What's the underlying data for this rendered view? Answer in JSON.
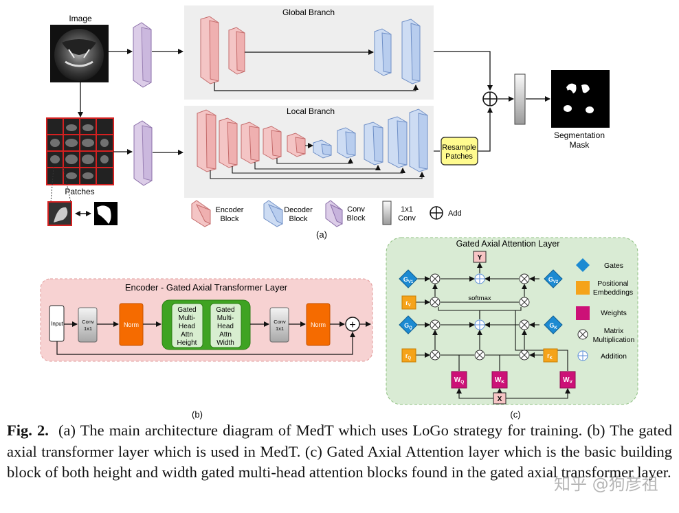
{
  "figure": {
    "panel_a": {
      "image_label": "Image",
      "global_branch_title": "Global Branch",
      "local_branch_title": "Local Branch",
      "patches_label": "Patches",
      "resample_patches": [
        "Resample",
        "Patches"
      ],
      "segmentation_mask": [
        "Segmentation",
        "Mask"
      ],
      "legend": {
        "encoder": [
          "Encoder",
          "Block"
        ],
        "decoder": [
          "Decoder",
          "Block"
        ],
        "conv": [
          "Conv",
          "Block"
        ],
        "conv1x1": [
          "1x1",
          "Conv"
        ],
        "add": "Add"
      },
      "sublabel": "(a)"
    },
    "panel_b": {
      "title": "Encoder - Gated Axial Transformer Layer",
      "input": "Input",
      "conv1x1": [
        "Conv",
        "1x1"
      ],
      "norm": "Norm",
      "height_block": [
        "Gated",
        "Multi-",
        "Head",
        "Attn",
        "Height"
      ],
      "width_block": [
        "Gated",
        "Multi-",
        "Head",
        "Attn",
        "Width"
      ],
      "add_symbol": "+",
      "sublabel": "(b)"
    },
    "panel_c": {
      "title": "Gated Axial Attention Layer",
      "y": "Y",
      "x": "X",
      "softmax": "softmax",
      "gv1": [
        "G",
        "V1"
      ],
      "gv2": [
        "G",
        "V2"
      ],
      "gq": [
        "G",
        "Q"
      ],
      "gk": [
        "G",
        "K"
      ],
      "rv": [
        "r",
        "V"
      ],
      "rq": [
        "r",
        "Q"
      ],
      "rk": [
        "r",
        "K"
      ],
      "wq": [
        "W",
        "Q"
      ],
      "wk": [
        "W",
        "K"
      ],
      "wv": [
        "W",
        "V"
      ],
      "legend": {
        "gates": "Gates",
        "pos_emb": [
          "Positional",
          "Embeddings"
        ],
        "weights": "Weights",
        "matmul": [
          "Matrix",
          "Multiplication"
        ],
        "addition": "Addition"
      },
      "sublabel": "(c)"
    }
  },
  "caption": {
    "label": "Fig. 2.",
    "text": "(a) The main architecture diagram of MedT which uses LoGo strategy for training. (b) The gated axial transformer layer which is used in MedT. (c) Gated Axial Attention layer which is the basic building block of both height and width gated multi-head attention blocks found in the gated axial transformer layer."
  },
  "watermark": "知乎 @狗彦祖",
  "colors": {
    "encoder": "#f4c5c5",
    "decoder": "#cddcf3",
    "conv": "#dccde8",
    "norm": "#f56b00",
    "gate": "#1c8ad2",
    "pos_emb": "#f5a31a",
    "weights": "#cc1177",
    "panel_b_bg": "#f7d2d2",
    "panel_c_bg": "#d9ebd4",
    "branch_bg": "#eeeeee",
    "resample": "#fffb8f"
  }
}
